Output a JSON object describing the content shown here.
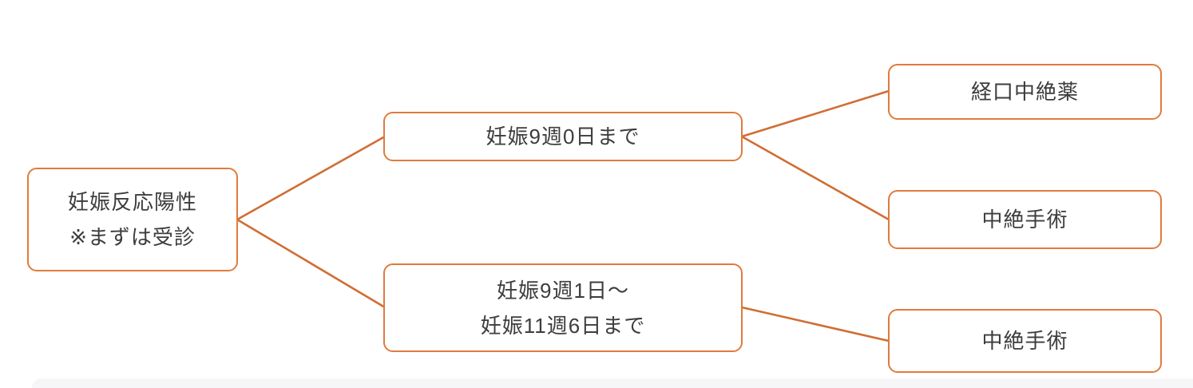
{
  "colors": {
    "box_border": "#e07b3d",
    "connector": "#d06e33",
    "text": "#3d3d3d",
    "bottom_strip": "#f6f6f8"
  },
  "flowchart": {
    "nodes": {
      "start": {
        "line1": "妊娠反応陽性",
        "line2": "※まずは受診"
      },
      "upto_9w0d": {
        "line1": "妊娠9週0日まで"
      },
      "w9d1_to_w11d6": {
        "line1": "妊娠9週1日〜",
        "line2": "妊娠11週6日まで"
      },
      "oral_pill": {
        "line1": "経口中絶薬"
      },
      "surgery_upper": {
        "line1": "中絶手術"
      },
      "surgery_lower": {
        "line1": "中絶手術"
      }
    },
    "edges": [
      {
        "from": "start",
        "to": "upto_9w0d"
      },
      {
        "from": "start",
        "to": "w9d1_to_w11d6"
      },
      {
        "from": "upto_9w0d",
        "to": "oral_pill"
      },
      {
        "from": "upto_9w0d",
        "to": "surgery_upper"
      },
      {
        "from": "w9d1_to_w11d6",
        "to": "surgery_lower"
      }
    ]
  }
}
